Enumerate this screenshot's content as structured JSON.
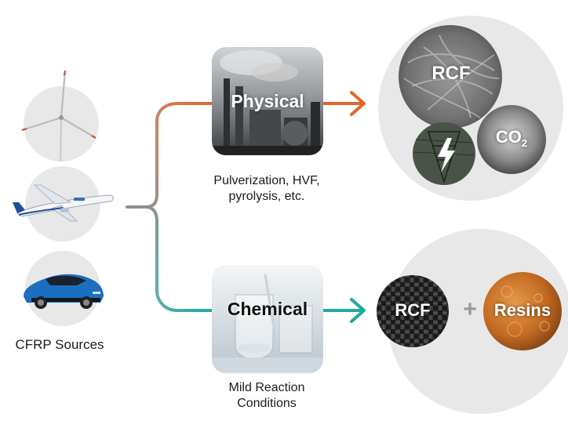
{
  "sources": {
    "label": "CFRP Sources",
    "icons": [
      "wind-turbine-icon",
      "airplane-icon",
      "car-icon"
    ]
  },
  "physical": {
    "title": "Physical",
    "description_line1": "Pulverization, HVF,",
    "description_line2": "pyrolysis, etc.",
    "products": {
      "rcf": "RCF",
      "co2_main": "CO",
      "co2_sub": "2",
      "energy_icon": "lightning-bolt-icon"
    }
  },
  "chemical": {
    "title": "Chemical",
    "description_line1": "Mild Reaction",
    "description_line2": "Conditions",
    "products": {
      "rcf": "RCF",
      "plus": "+",
      "resins": "Resins"
    }
  },
  "colors": {
    "physical_arrow": "#e0662e",
    "chemical_arrow": "#1fa99e",
    "connector": "#8f8f8f",
    "circle_bg": "#e8e8e8"
  }
}
